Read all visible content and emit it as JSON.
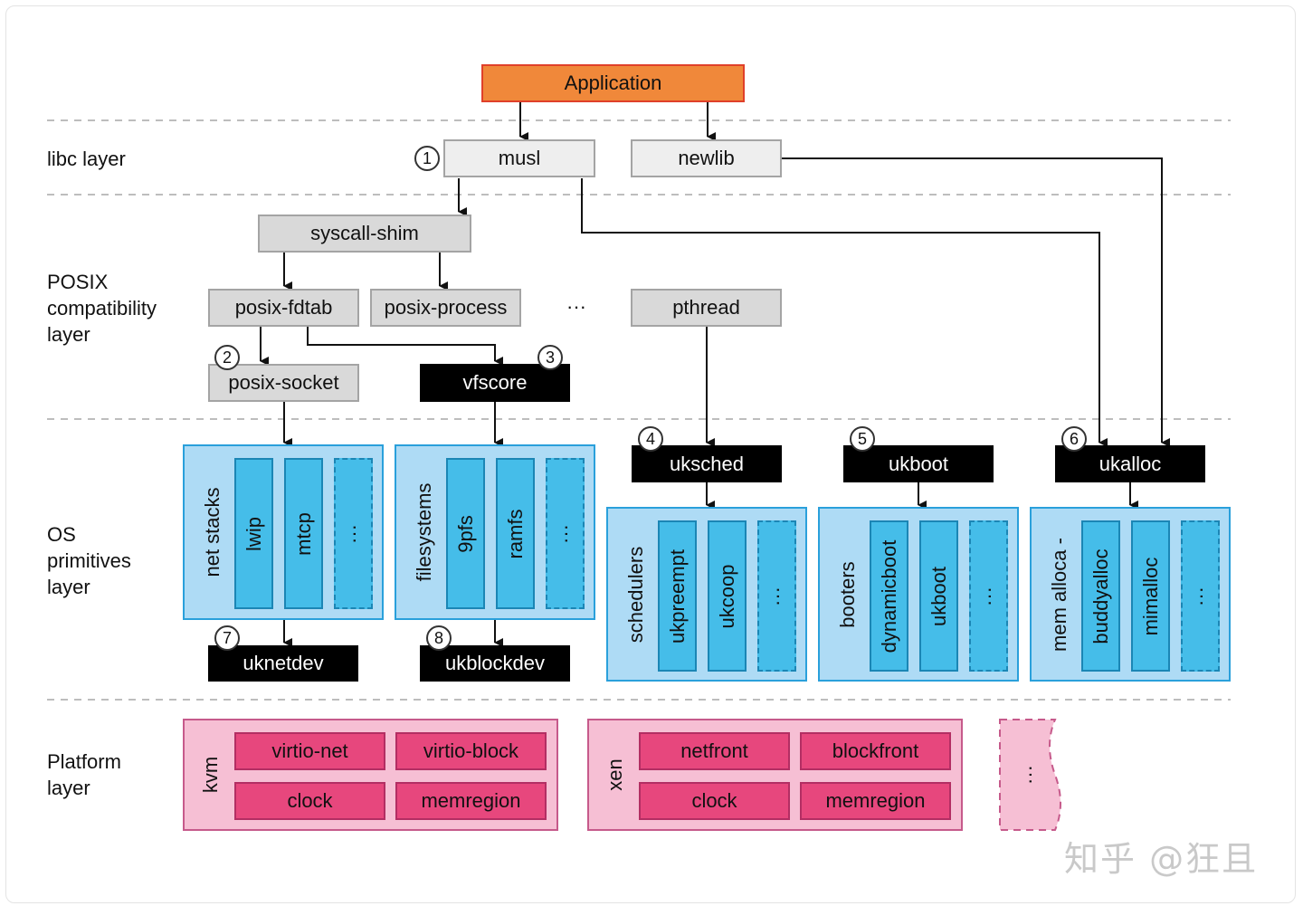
{
  "layers": {
    "libc": "libc layer",
    "posix": "POSIX\ncompatibility\nlayer",
    "os": "OS\nprimitives\nlayer",
    "platform": "Platform\nlayer"
  },
  "application": "Application",
  "libc": {
    "musl": "musl",
    "newlib": "newlib"
  },
  "posix": {
    "syscall_shim": "syscall-shim",
    "fdtab": "posix-fdtab",
    "process": "posix-process",
    "more": "···",
    "pthread": "pthread",
    "socket": "posix-socket",
    "vfscore": "vfscore"
  },
  "os": {
    "net_group": {
      "title": "net stacks",
      "items": [
        "lwip",
        "mtcp"
      ],
      "more": "···"
    },
    "fs_group": {
      "title": "filesystems",
      "items": [
        "9pfs",
        "ramfs"
      ],
      "more": "···"
    },
    "sched_group": {
      "title": "schedulers",
      "items": [
        "ukpreempt",
        "ukcoop"
      ],
      "more": "···"
    },
    "boot_group": {
      "title": "booters",
      "items": [
        "dynamicboot",
        "ukboot"
      ],
      "more": "···"
    },
    "alloc_group": {
      "title": "mem alloca -",
      "items": [
        "buddyalloc",
        "mimalloc"
      ],
      "more": "···"
    },
    "uksched": "uksched",
    "ukboot": "ukboot",
    "ukalloc": "ukalloc",
    "uknetdev": "uknetdev",
    "ukblockdev": "ukblockdev"
  },
  "platform": {
    "kvm": {
      "name": "kvm",
      "items": [
        "virtio-net",
        "virtio-block",
        "clock",
        "memregion"
      ]
    },
    "xen": {
      "name": "xen",
      "items": [
        "netfront",
        "blockfront",
        "clock",
        "memregion"
      ]
    },
    "more": "···"
  },
  "badges": [
    "1",
    "2",
    "3",
    "4",
    "5",
    "6",
    "7",
    "8"
  ],
  "watermark": "知乎 @狂且",
  "colors": {
    "application": "#f0883a",
    "libc_box": "#eeeeee",
    "posix_box": "#d9d9d9",
    "os_group": "#aedbf5",
    "os_module": "#45bde9",
    "platform_group": "#f6bfd4",
    "platform_module": "#e7477d",
    "api_box": "#000000"
  }
}
